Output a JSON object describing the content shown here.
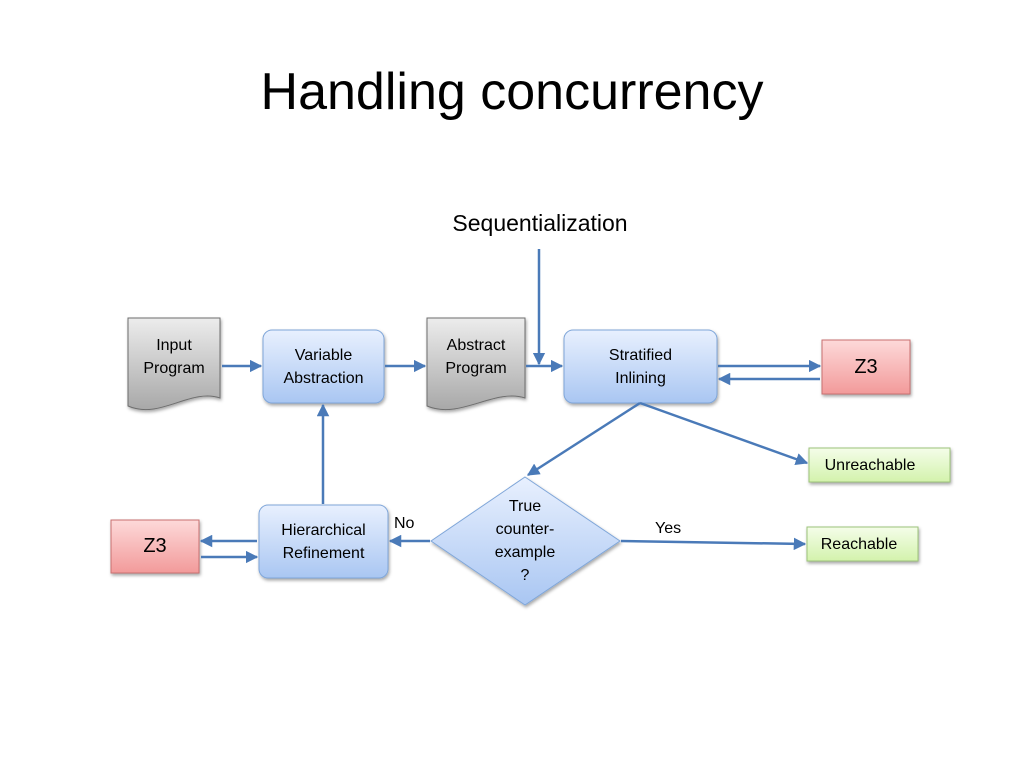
{
  "title": "Handling concurrency",
  "sequentialization": "Sequentialization",
  "nodes": {
    "input_program": "Input\nProgram",
    "variable_abstraction": "Variable\nAbstraction",
    "abstract_program": "Abstract\nProgram",
    "stratified_inlining": "Stratified\nInlining",
    "z3_right": "Z3",
    "unreachable": "Unreachable",
    "reachable": "Reachable",
    "decision": "True\ncounter-\nexample\n?",
    "hierarchical_refinement": "Hierarchical\nRefinement",
    "z3_left": "Z3"
  },
  "edge_labels": {
    "no": "No",
    "yes": "Yes"
  },
  "colors": {
    "arrow": "#4a7ab8",
    "blue_box": "#c6dafc",
    "red_box": "#f7a8a8",
    "green_box": "#e2f7c6",
    "doc_gray": "#b9b9b9"
  }
}
